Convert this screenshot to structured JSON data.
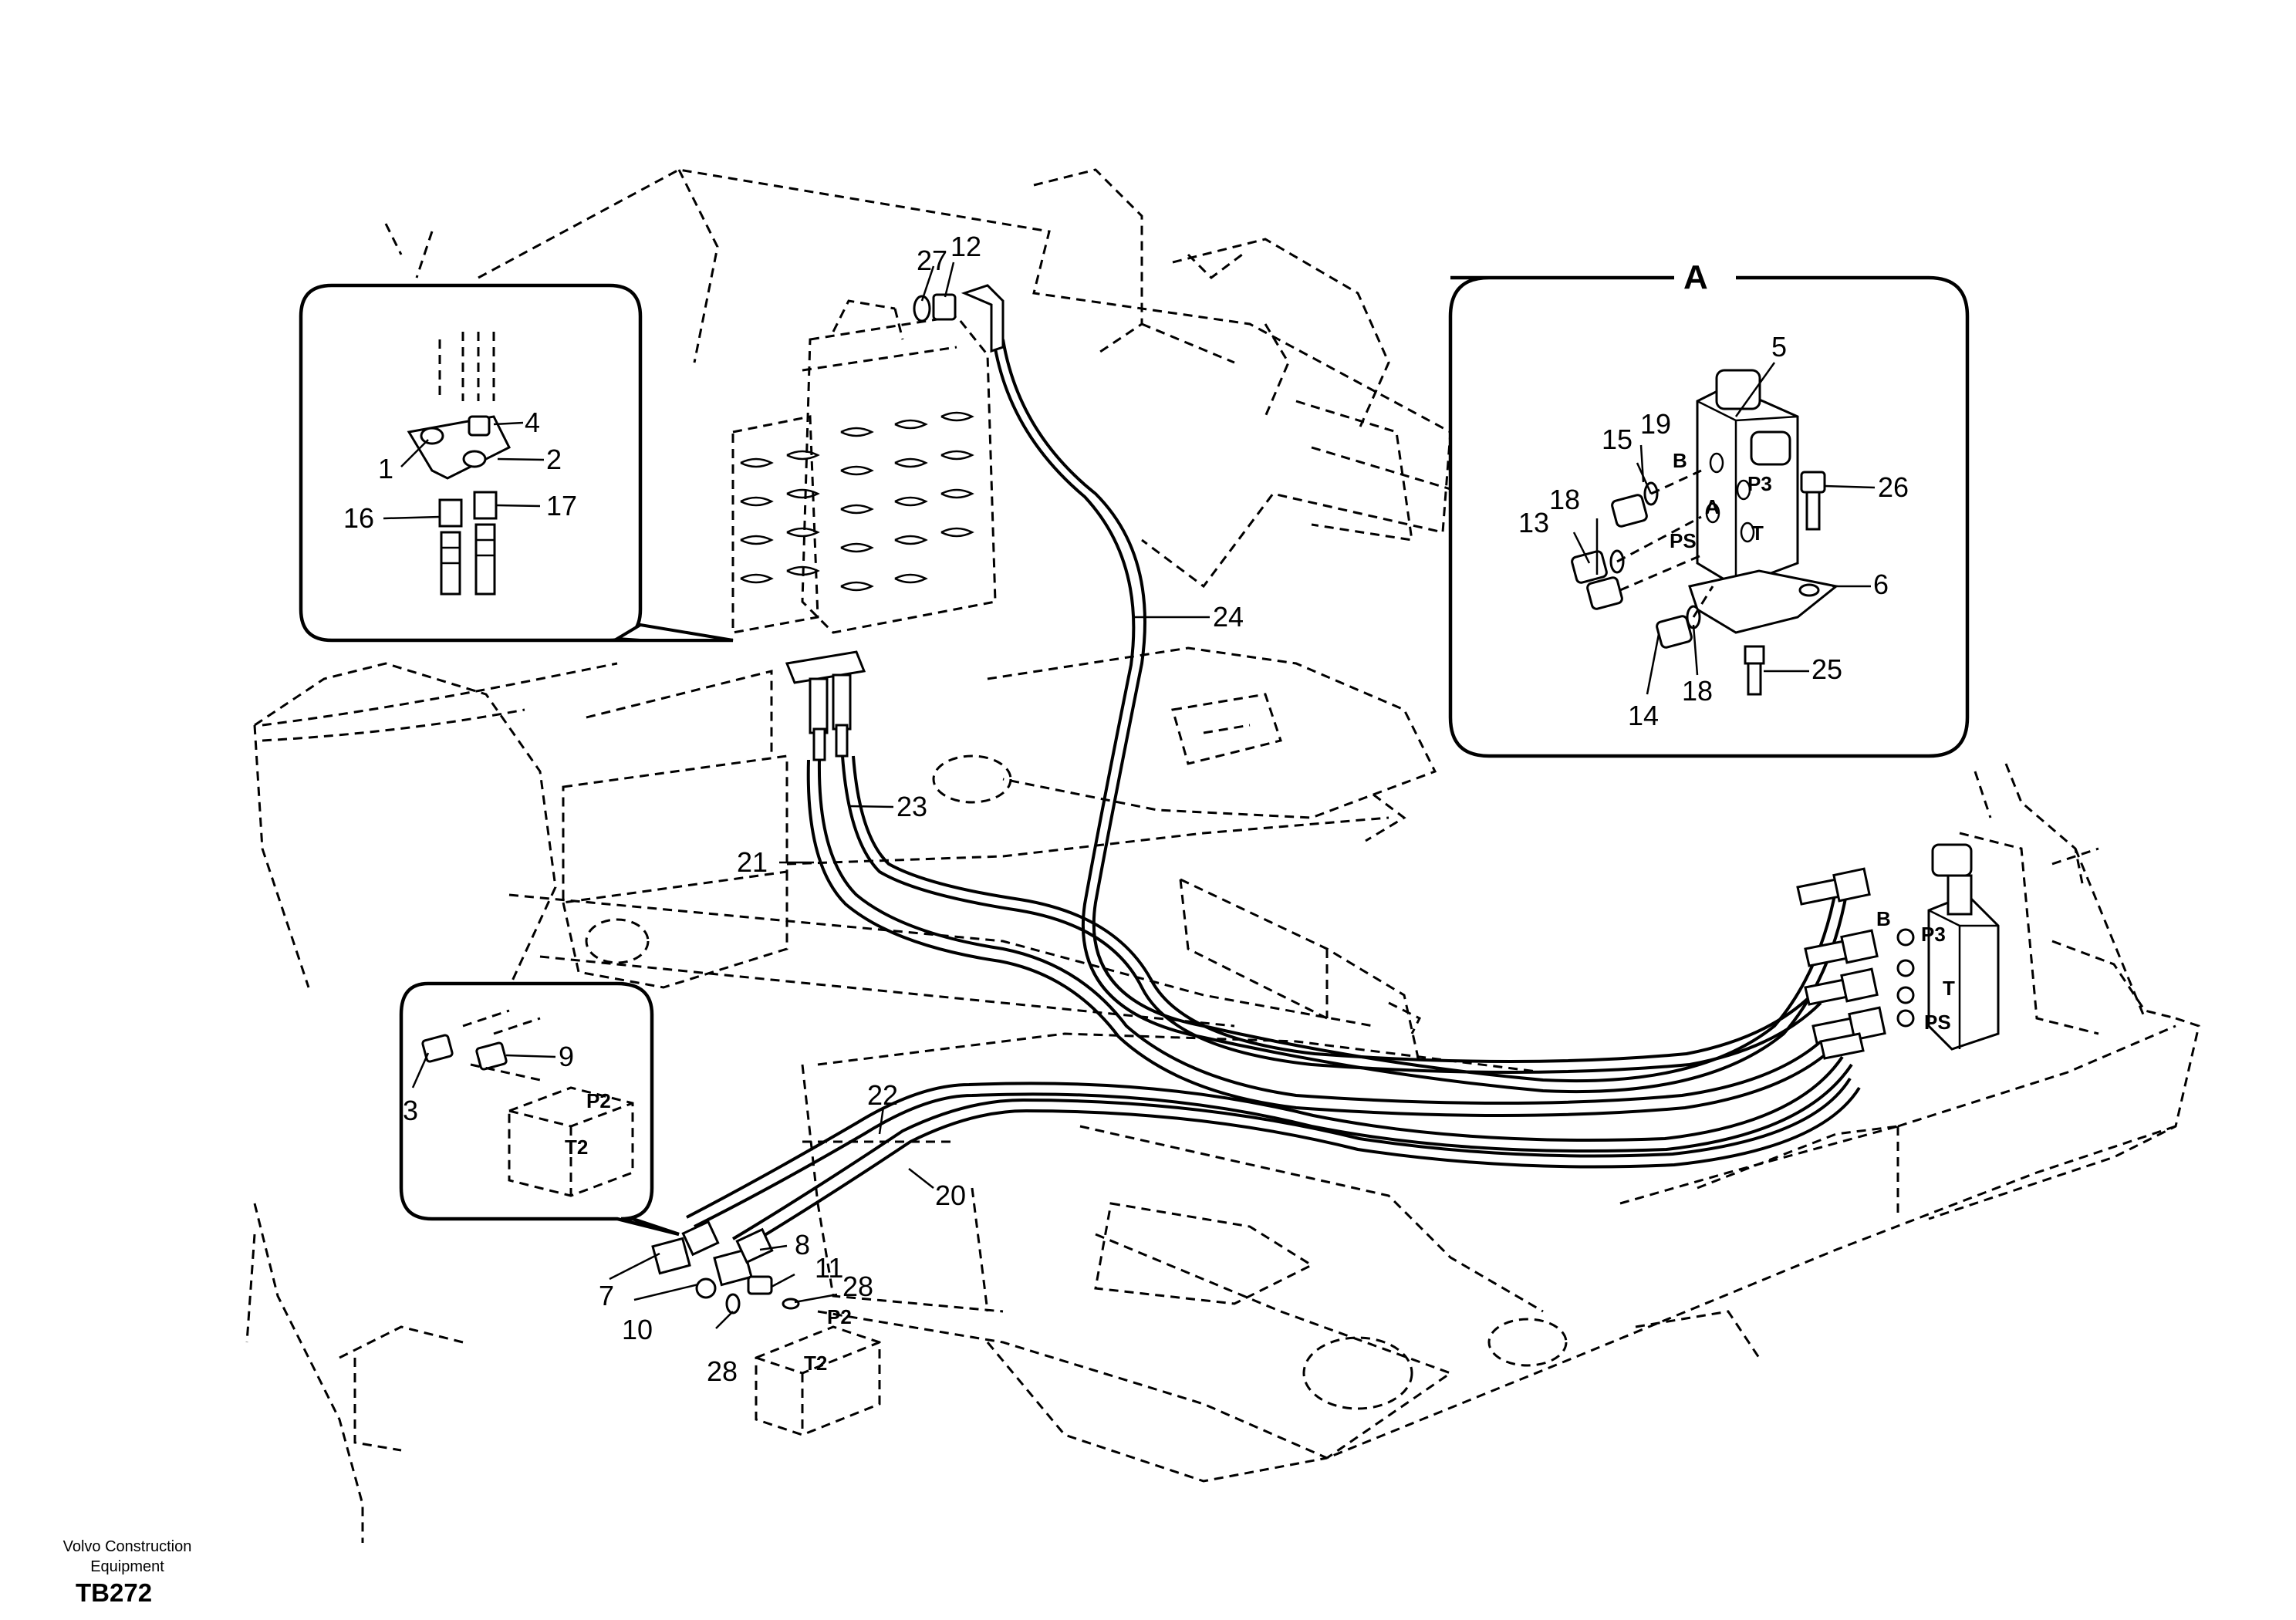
{
  "detail_label": "A",
  "part_numbers": {
    "p1": "1",
    "p2": "2",
    "p3": "3",
    "p4": "4",
    "p5": "5",
    "p6": "6",
    "p7": "7",
    "p8": "8",
    "p9": "9",
    "p10": "10",
    "p11": "11",
    "p12": "12",
    "p13": "13",
    "p14": "14",
    "p15": "15",
    "p16": "16",
    "p17": "17",
    "p18": "18",
    "p19": "19",
    "p20": "20",
    "p21": "21",
    "p22": "22",
    "p23": "23",
    "p24": "24",
    "p25": "25",
    "p26": "26",
    "p27": "27",
    "p28": "28"
  },
  "port_labels": {
    "b": "B",
    "a": "A",
    "p3": "P3",
    "t": "T",
    "ps": "PS",
    "p2": "P2",
    "t2": "T2"
  },
  "footer": {
    "company": "Volvo Construction Equipment",
    "code": "TB272"
  }
}
